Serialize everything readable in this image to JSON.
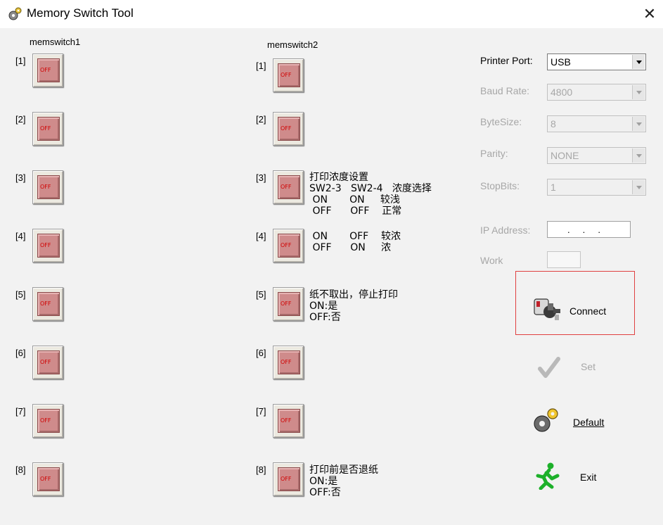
{
  "window": {
    "title": "Memory Switch Tool"
  },
  "memswitch1": {
    "label": "memswitch1",
    "switches": [
      {
        "num": "[1]",
        "state": "OFF"
      },
      {
        "num": "[2]",
        "state": "OFF"
      },
      {
        "num": "[3]",
        "state": "OFF"
      },
      {
        "num": "[4]",
        "state": "OFF"
      },
      {
        "num": "[5]",
        "state": "OFF"
      },
      {
        "num": "[6]",
        "state": "OFF"
      },
      {
        "num": "[7]",
        "state": "OFF"
      },
      {
        "num": "[8]",
        "state": "OFF"
      }
    ]
  },
  "memswitch2": {
    "label": "memswitch2",
    "switches": [
      {
        "num": "[1]",
        "state": "OFF"
      },
      {
        "num": "[2]",
        "state": "OFF"
      },
      {
        "num": "[3]",
        "state": "OFF"
      },
      {
        "num": "[4]",
        "state": "OFF"
      },
      {
        "num": "[5]",
        "state": "OFF"
      },
      {
        "num": "[6]",
        "state": "OFF"
      },
      {
        "num": "[7]",
        "state": "OFF"
      },
      {
        "num": "[8]",
        "state": "OFF"
      }
    ],
    "notes": {
      "sw3": [
        "打印浓度设置",
        "SW2-3   SW2-4   浓度选择",
        " ON       ON     较浅",
        " OFF      OFF    正常"
      ],
      "sw4": [
        " ON       OFF    较浓",
        " OFF      ON     浓"
      ],
      "sw5": [
        "纸不取出，停止打印",
        "ON:是",
        "OFF:否"
      ],
      "sw8": [
        "打印前是否退纸",
        "ON:是",
        "OFF:否"
      ]
    }
  },
  "settings": {
    "printer_port": {
      "label": "Printer Port:",
      "value": "USB"
    },
    "baud_rate": {
      "label": "Baud Rate:",
      "value": "4800"
    },
    "byte_size": {
      "label": "ByteSize:",
      "value": "8"
    },
    "parity": {
      "label": "Parity:",
      "value": "NONE"
    },
    "stop_bits": {
      "label": "StopBits:",
      "value": "1"
    },
    "ip_address": {
      "label": "IP Address:",
      "value": ".     .     ."
    },
    "work": {
      "label": "Work",
      "value": ""
    }
  },
  "actions": {
    "connect": "Connect",
    "set": "Set",
    "default": "Default",
    "exit": "Exit"
  },
  "colors": {
    "highlight_border": "#e04040",
    "switch_off": "#cf8b8b",
    "disabled_text": "#a7a7a7"
  }
}
